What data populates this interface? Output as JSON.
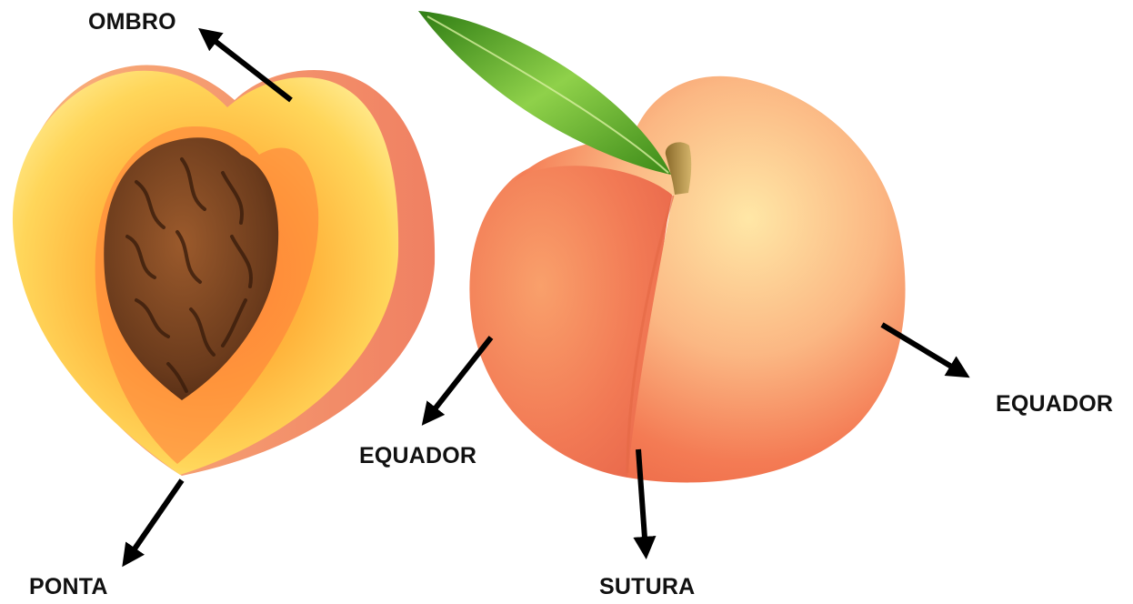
{
  "labels": {
    "ombro": "OMBRO",
    "ponta": "PONTA",
    "equador_left": "EQUADOR",
    "sutura": "SUTURA",
    "equador_right": "EQUADOR"
  },
  "figures": {
    "half_peach": "peach cut in half showing pit",
    "whole_peach": "whole peach with leaf and stem"
  },
  "colors": {
    "arrow": "#000000",
    "label_text": "#111111",
    "peach_skin": "#f47b54",
    "peach_flesh": "#ffc84a",
    "pit": "#6b3b1c",
    "leaf": "#4f9e1e"
  }
}
